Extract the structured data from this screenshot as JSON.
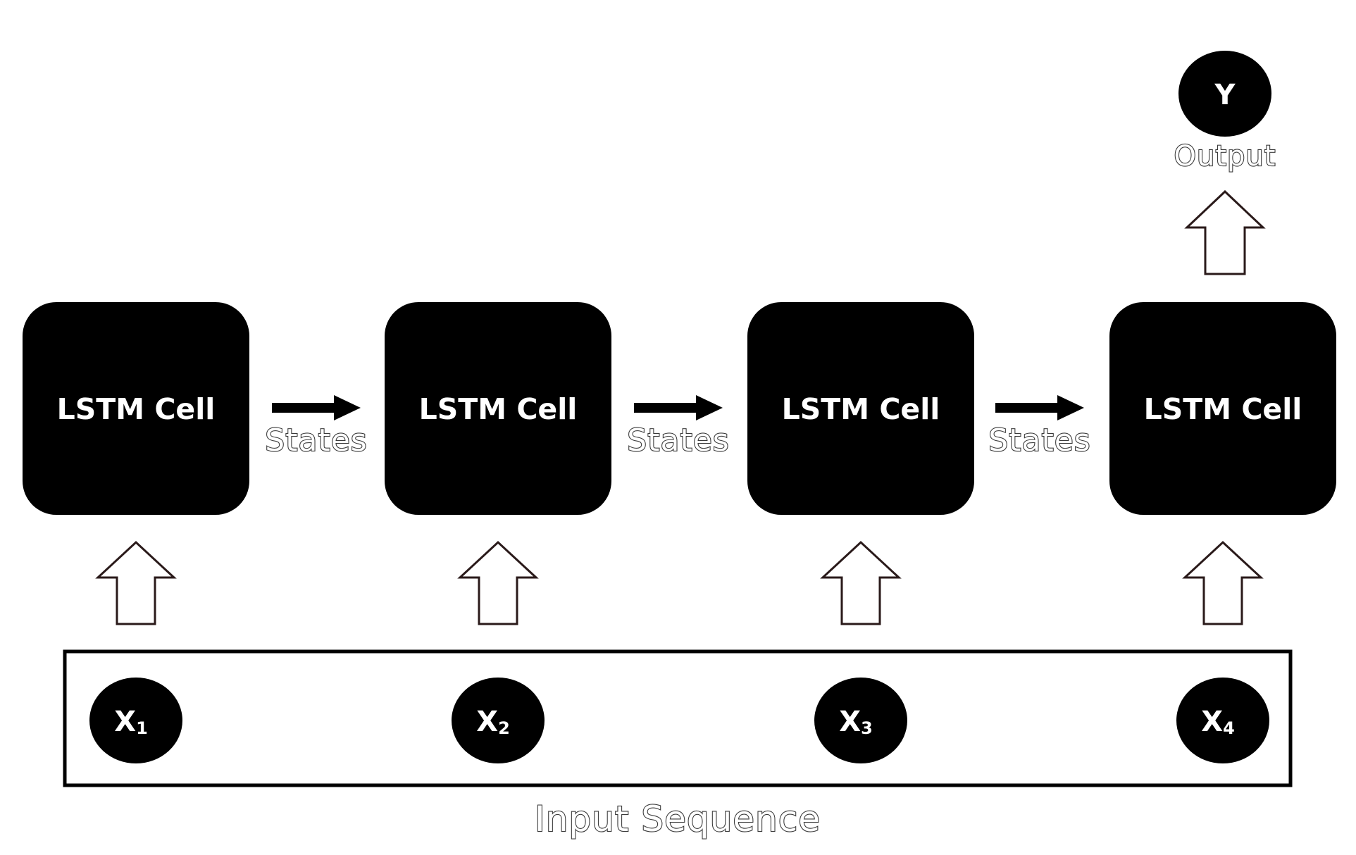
{
  "output": {
    "node_label": "Y",
    "label": "Output"
  },
  "cells": [
    {
      "label": "LSTM Cell"
    },
    {
      "label": "LSTM Cell"
    },
    {
      "label": "LSTM Cell"
    },
    {
      "label": "LSTM Cell"
    }
  ],
  "state_links": [
    {
      "label": "States"
    },
    {
      "label": "States"
    },
    {
      "label": "States"
    }
  ],
  "inputs": [
    {
      "base": "X",
      "sub": "1"
    },
    {
      "base": "X",
      "sub": "2"
    },
    {
      "base": "X",
      "sub": "3"
    },
    {
      "base": "X",
      "sub": "4"
    }
  ],
  "input_sequence_label": "Input Sequence"
}
